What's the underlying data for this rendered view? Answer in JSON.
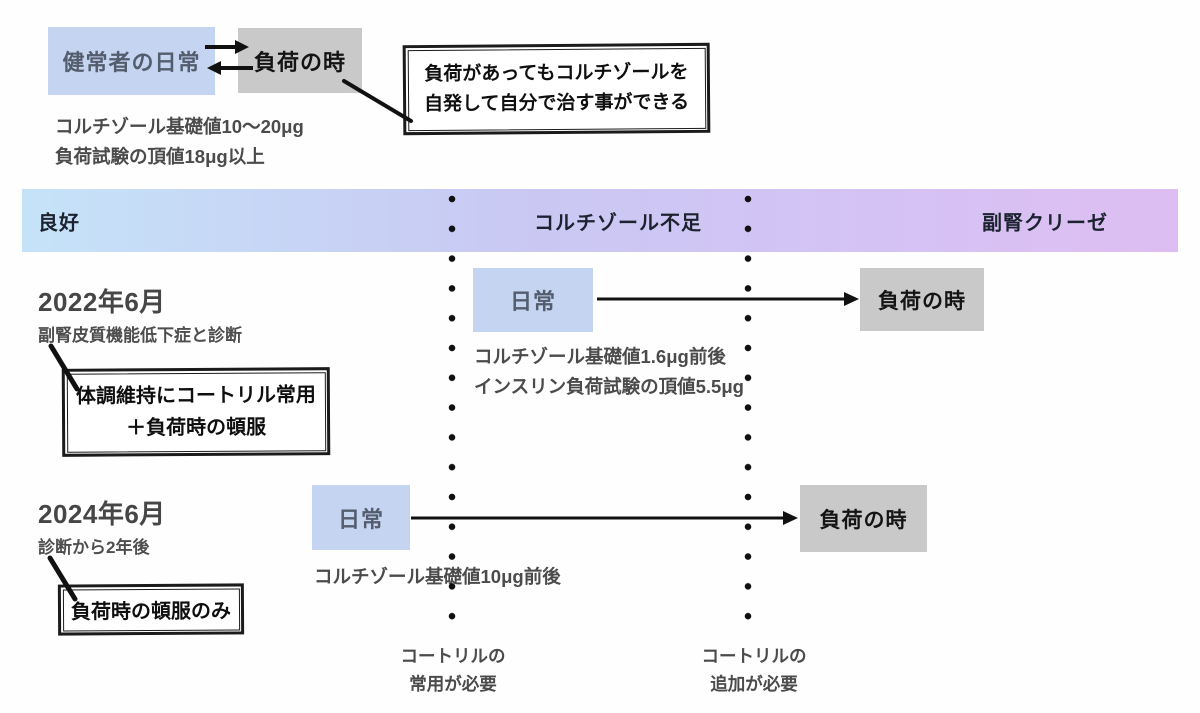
{
  "top": {
    "healthy_label": "健常者の日常",
    "load_label": "負荷の時",
    "note_line1": "コルチゾール基礎値10〜20μg",
    "note_line2": "負荷試験の頂値18μg以上",
    "callout_line1": "負荷があってもコルチゾールを",
    "callout_line2": "自発して自分で治す事ができる"
  },
  "bar": {
    "left_label": "良好",
    "middle_label": "コルチゾール不足",
    "right_label": "副腎クリーゼ"
  },
  "row2022": {
    "date": "2022年6月",
    "subtitle": "副腎皮質機能低下症と診断",
    "treatment_line1": "体調維持にコートリル常用",
    "treatment_line2": "＋負荷時の頓服",
    "daily_label": "日常",
    "load_label": "負荷の時",
    "note_line1": "コルチゾール基礎値1.6μg前後",
    "note_line2": "インスリン負荷試験の頂値5.5μg"
  },
  "row2024": {
    "date": "2024年6月",
    "subtitle": "診断から2年後",
    "treatment_line1": "負荷時の頓服のみ",
    "daily_label": "日常",
    "load_label": "負荷の時",
    "note_line1": "コルチゾール基礎値10μg前後"
  },
  "footer": {
    "left_line1": "コートリルの",
    "left_line2": "常用が必要",
    "right_line1": "コートリルの",
    "right_line2": "追加が必要"
  },
  "colors": {
    "box_blue": "#c5d4f1",
    "box_gray": "#c9c9c9",
    "bar_left": "#c5e3f8",
    "bar_mid": "#c9c9f3",
    "bar_mid2": "#d5c2f4",
    "bar_right": "#debef2",
    "ink": "#111111"
  }
}
